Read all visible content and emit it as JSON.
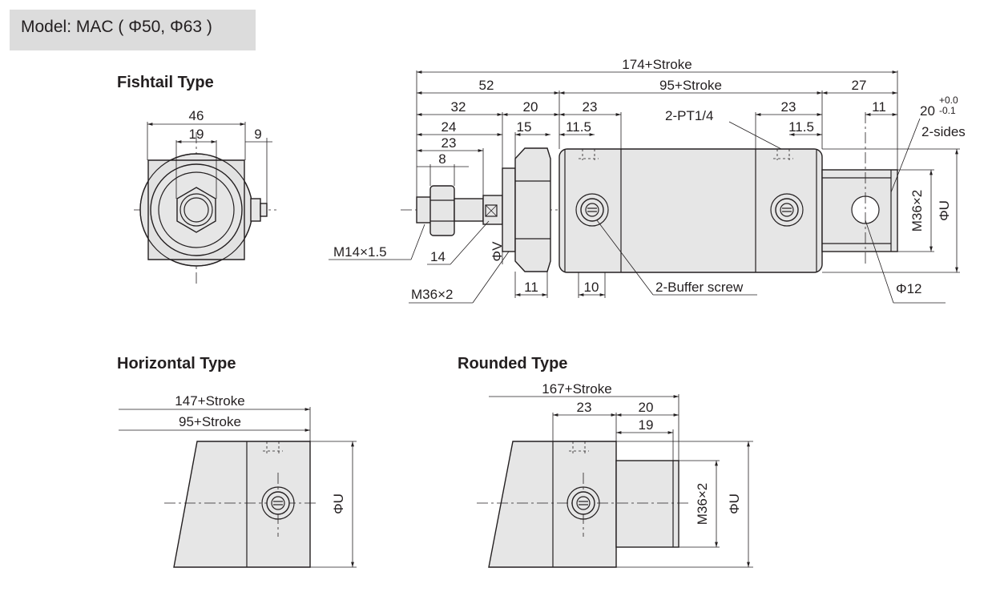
{
  "model_label": "Model: MAC ( Φ50, Φ63 )",
  "sections": {
    "fishtail": "Fishtail Type",
    "horizontal": "Horizontal Type",
    "rounded": "Rounded Type"
  },
  "fishtail_end_view": {
    "dim_46": "46",
    "dim_19": "19",
    "dim_9": "9"
  },
  "fishtail_side_view": {
    "overall": "174+Stroke",
    "dim_52": "52",
    "body_length": "95+Stroke",
    "dim_27": "27",
    "dim_32": "32",
    "dim_20": "20",
    "dim_23_left": "23",
    "dim_23_right": "23",
    "dim_11_top": "11",
    "tolerance_base": "20",
    "tolerance_upper": "+0.0",
    "tolerance_lower": "-0.1",
    "two_sides": "2-sides",
    "dim_24": "24",
    "dim_15": "15",
    "dim_11_5_left": "11.5",
    "port": "2-PT1/4",
    "dim_11_5_right": "11.5",
    "dim_23_rod": "23",
    "dim_8": "8",
    "rod_thread": "M14×1.5",
    "dim_14": "14",
    "phi_v": "ΦV",
    "mount_thread": "M36×2",
    "dim_11_bottom": "11",
    "dim_10": "10",
    "buffer_screw": "2-Buffer screw",
    "pin_hole": "Φ12",
    "rear_thread": "M36×2",
    "phi_u": "ΦU"
  },
  "horizontal_view": {
    "overall": "147+Stroke",
    "body_length": "95+Stroke",
    "phi_u": "ΦU"
  },
  "rounded_view": {
    "overall": "167+Stroke",
    "dim_23": "23",
    "dim_20": "20",
    "dim_19": "19",
    "thread": "M36×2",
    "phi_u": "ΦU"
  }
}
